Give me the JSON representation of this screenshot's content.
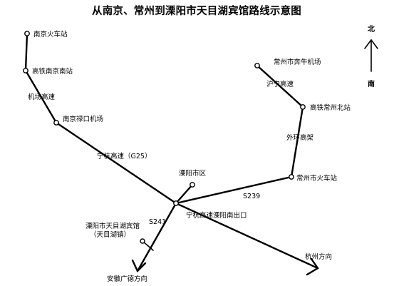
{
  "title": "从南京、常州到溧阳市天目湖宾馆路线示意图",
  "compass": {
    "north": "北",
    "south": "南"
  },
  "places": {
    "nanjing_station": "南京火车站",
    "nanjing_south": "高铁南京南站",
    "airport_expressway": "机场高速",
    "lukou_airport": "南京禄口机场",
    "ninghang_g25": "宁杭高速（G25）",
    "liyang_city": "溧阳市区",
    "ninghang_exit": "宁杭高速溧阳南出口",
    "s239": "S239",
    "s241": "S241",
    "hotel": "溧阳市天目湖宾馆",
    "hotel_town": "（天目湖镇）",
    "anhui_guangde": "安徽广德方向",
    "hangzhou": "杭州方向",
    "changzhou_airport": "常州市奔牛机场",
    "hu_ning_expressway": "沪宁高速",
    "changzhou_north": "高铁常州北站",
    "outer_ring": "外环高架",
    "changzhou_station": "常州市火车站"
  }
}
